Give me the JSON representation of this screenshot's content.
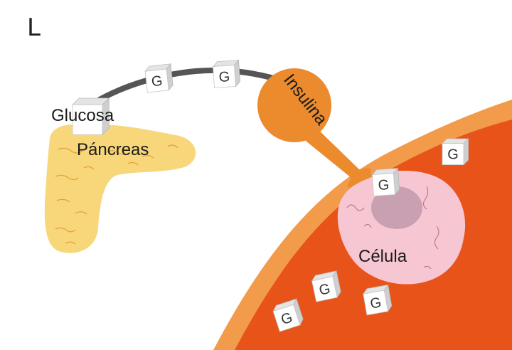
{
  "corner_mark": "L",
  "labels": {
    "glucosa": "Glucosa",
    "pancreas": "Páncreas",
    "insulina": "Insulina",
    "celula": "Célula"
  },
  "cube_letter": "G",
  "colors": {
    "vessel_outer": "#f29b4a",
    "vessel_inner": "#e8531a",
    "pancreas": "#f7d77a",
    "insulin": "#ec8a2e",
    "cell": "#f7c6d3",
    "nucleus": "#c9a0b2",
    "arc": "#555555"
  }
}
